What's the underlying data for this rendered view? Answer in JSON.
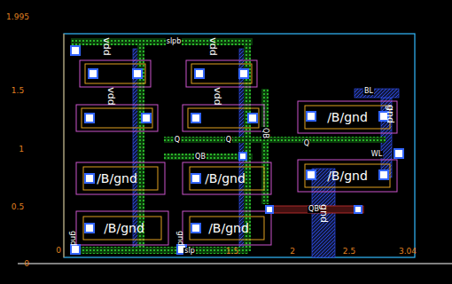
{
  "diagram": {
    "labels": [
      "1.995",
      "1.5",
      "1",
      "0.5",
      "0",
      "0",
      "1.5",
      "2",
      "2.5",
      "3.04",
      "slpb",
      "slp",
      "vdd",
      "vdd",
      "vdd",
      "vdd",
      "/B/gnd",
      "/B/gnd",
      "/B/gnd",
      "/B/gnd",
      "/B/gnd",
      "/B/gnd",
      "Q",
      "Q",
      "Q",
      "QB",
      "QB",
      "QB",
      "BL",
      "WL",
      "gnd",
      "gnd",
      "gnd",
      "gnd"
    ]
  }
}
